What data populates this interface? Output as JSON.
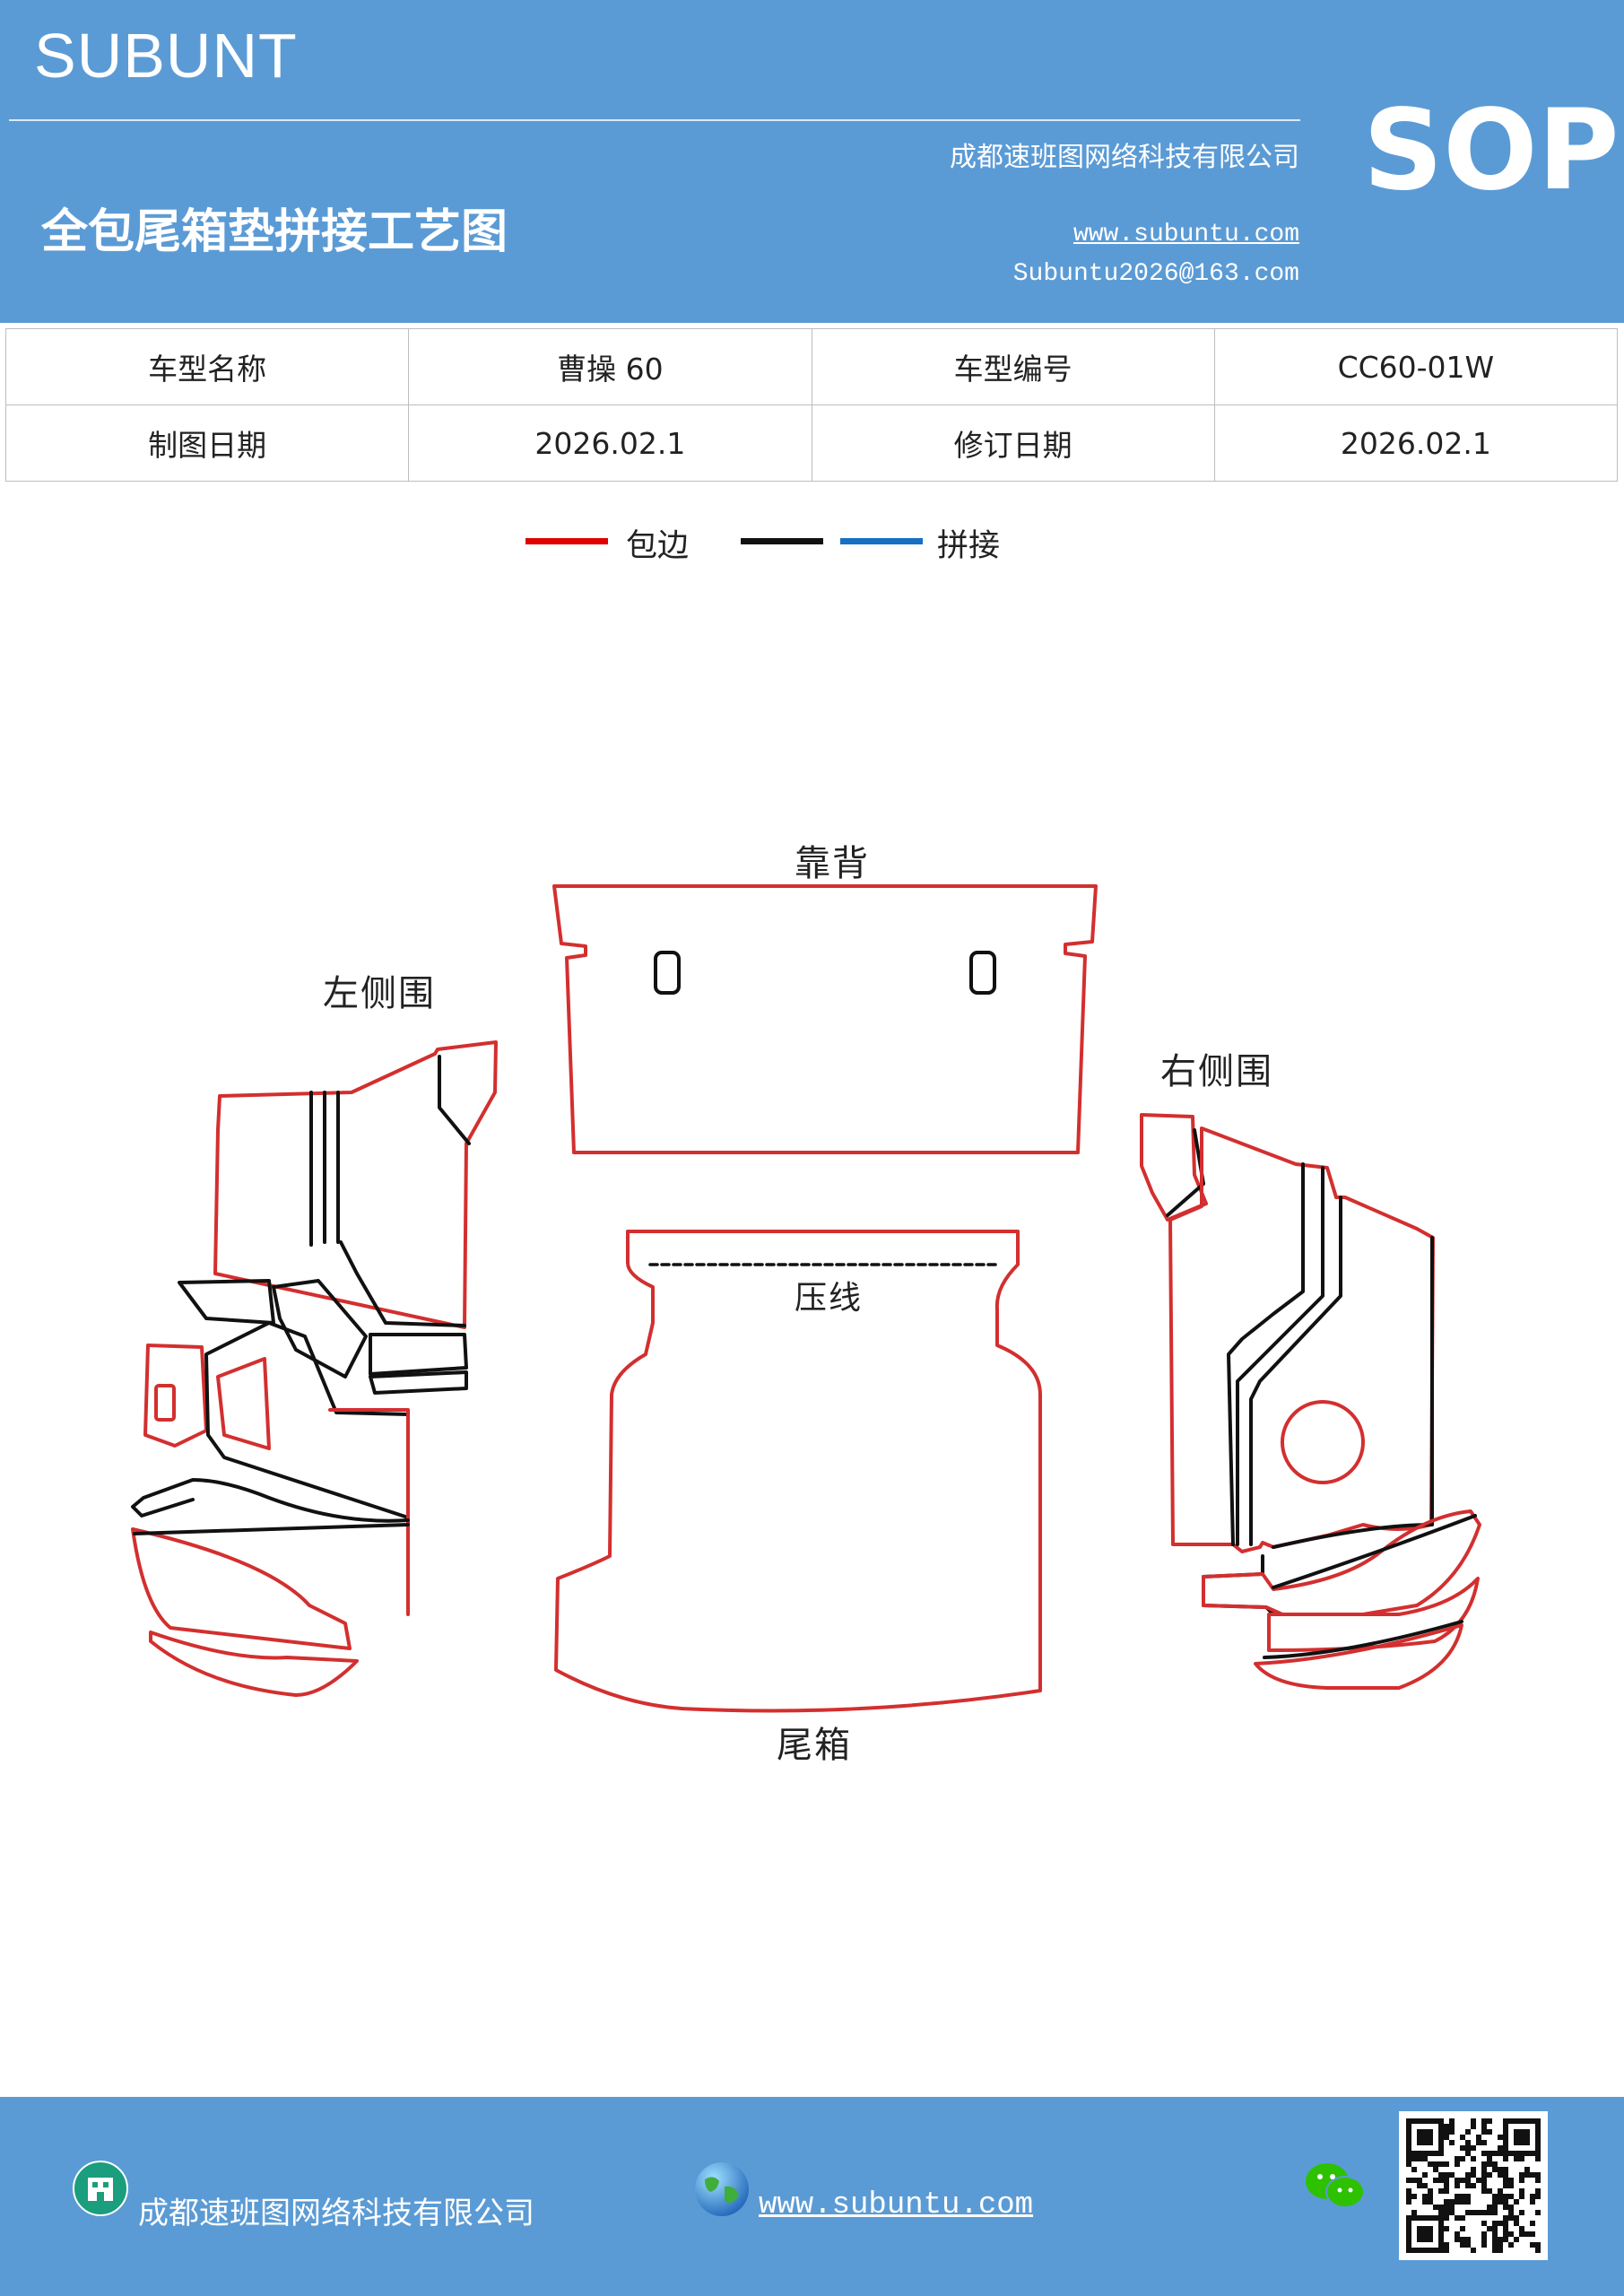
{
  "header": {
    "brand": "SUBUNT",
    "badge": "SOP",
    "company": "成都速班图网络科技有限公司",
    "title": "全包尾箱垫拼接工艺图",
    "website": "www.subuntu.com",
    "email": "Subuntu2026@163.com"
  },
  "info_table": {
    "rows": [
      {
        "label1": "车型名称",
        "value1": "曹操 60",
        "label2": "车型编号",
        "value2": "CC60-01W"
      },
      {
        "label1": "制图日期",
        "value1": "2026.02.1",
        "label2": "修订日期",
        "value2": "2026.02.1"
      }
    ]
  },
  "legend": {
    "items": [
      {
        "label": "包边",
        "color": "#e00000"
      },
      {
        "label": "",
        "color": "#111111"
      },
      {
        "label": "拼接",
        "color": "#1670c4"
      }
    ]
  },
  "diagram": {
    "labels": {
      "backrest": "靠背",
      "left_side": "左侧围",
      "right_side": "右侧围",
      "press_line": "压线",
      "trunk": "尾箱"
    },
    "colors": {
      "edge": "#d32f2f",
      "seam": "#111111"
    }
  },
  "footer": {
    "company": "成都速班图网络科技有限公司",
    "website": "www.subuntu.com",
    "icons": [
      "building-icon",
      "globe-icon",
      "wechat-icon",
      "qr-code"
    ]
  }
}
